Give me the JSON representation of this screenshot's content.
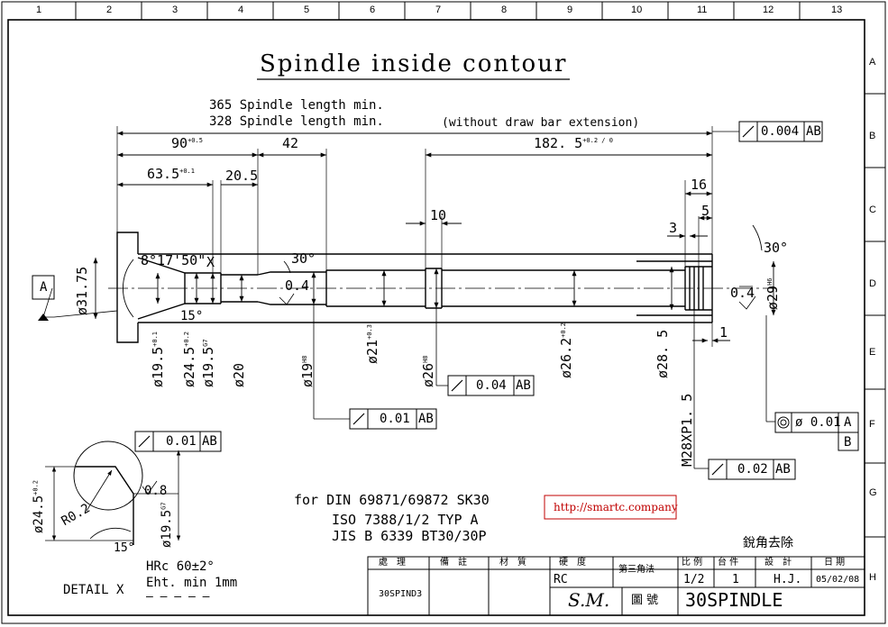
{
  "title": "Spindle inside contour",
  "notes": {
    "length_min": "365  Spindle length min.",
    "length_min_no_drawbar": "328  Spindle length min.",
    "without_drawbar": "(without draw bar extension)"
  },
  "border": {
    "columns": [
      "1",
      "2",
      "3",
      "4",
      "5",
      "6",
      "7",
      "8",
      "9",
      "10",
      "11",
      "12",
      "13"
    ],
    "rows": [
      "A",
      "B",
      "C",
      "D",
      "E",
      "F",
      "G",
      "H"
    ]
  },
  "dimensions": {
    "d90": "90",
    "d90_tol": "+0.5",
    "d42": "42",
    "d1825": "182. 5",
    "d1825_tol": "+0.2 / 0",
    "d635": "63.5",
    "d635_tol": "+0.1",
    "d205": "20.5",
    "d10": "10",
    "d16": "16",
    "d5": "5",
    "d3": "3",
    "d1": "1",
    "angle_main": "8°17'50\"",
    "x_mark": "X",
    "a30_left": "30°",
    "a30_right": "30°",
    "a15": "15°",
    "r04_left": "0.4",
    "r04_right": "0.4",
    "dia3175": "ø31.75",
    "dia29": "ø29",
    "dia29_tol": "H6",
    "dia195a": "ø19.5",
    "dia195a_tol": "+0.1",
    "dia245": "ø24.5",
    "dia245_tol": "+0.2",
    "dia195b": "ø19.5",
    "dia195b_tol": "G7",
    "dia20": "ø20",
    "dia19": "ø19",
    "dia19_tol": "H8",
    "dia21": "ø21",
    "dia21_tol": "+0.3",
    "dia26": "ø26",
    "dia26_tol": "H8",
    "dia262": "ø26.2",
    "dia262_tol": "+0.2",
    "dia285": "ø28. 5",
    "thread": "M28XP1. 5"
  },
  "datum": {
    "a": "A",
    "b": "B"
  },
  "tolerances": {
    "runout1": {
      "value": "0.004",
      "datum": "AB"
    },
    "runout2": {
      "value": "0.04",
      "datum": "AB"
    },
    "runout3": {
      "value": "0.01",
      "datum": "AB"
    },
    "runout4": {
      "value": "0.02",
      "datum": "AB"
    },
    "runout5": {
      "value": "0.01",
      "datum": "AB"
    },
    "coax": {
      "value": "ø 0.01",
      "datum1": "A",
      "datum2": "B"
    }
  },
  "detail": {
    "label": "DETAIL  X",
    "r02": "R0.2",
    "a15": "15°",
    "r08": "0.8",
    "dia245": "ø24.5",
    "dia245_tol": "+0.2",
    "dia195": "ø19.5",
    "dia195_tol": "G7",
    "hrc": "HRc  60±2°",
    "eht": "Eht.  min  1mm",
    "dashes": "— — — — —"
  },
  "standards": {
    "line1": "for  DIN  69871/69872   SK30",
    "line2": "ISO  7388/1/2  TYP  A",
    "line3": "JIS  B  6339  BT30/30P"
  },
  "link": "http://smartc.company",
  "deburr": "銳角去除",
  "title_block": {
    "h_process": "處　理",
    "h_note": "備　註",
    "h_material": "材　質",
    "h_hardness": "硬　度",
    "h_projection": "第三角法",
    "h_scale": "比 例",
    "h_qty": "台 件",
    "h_design": "設　計",
    "h_date": "日 期",
    "hardness": "RC",
    "scale": "1/2",
    "qty": "1",
    "designer": "H.J.",
    "date": "05/02/08",
    "file": "30SPIND3",
    "company": "S.M.",
    "drawing_no_label": "圖 號",
    "drawing_no": "30SPINDLE"
  }
}
